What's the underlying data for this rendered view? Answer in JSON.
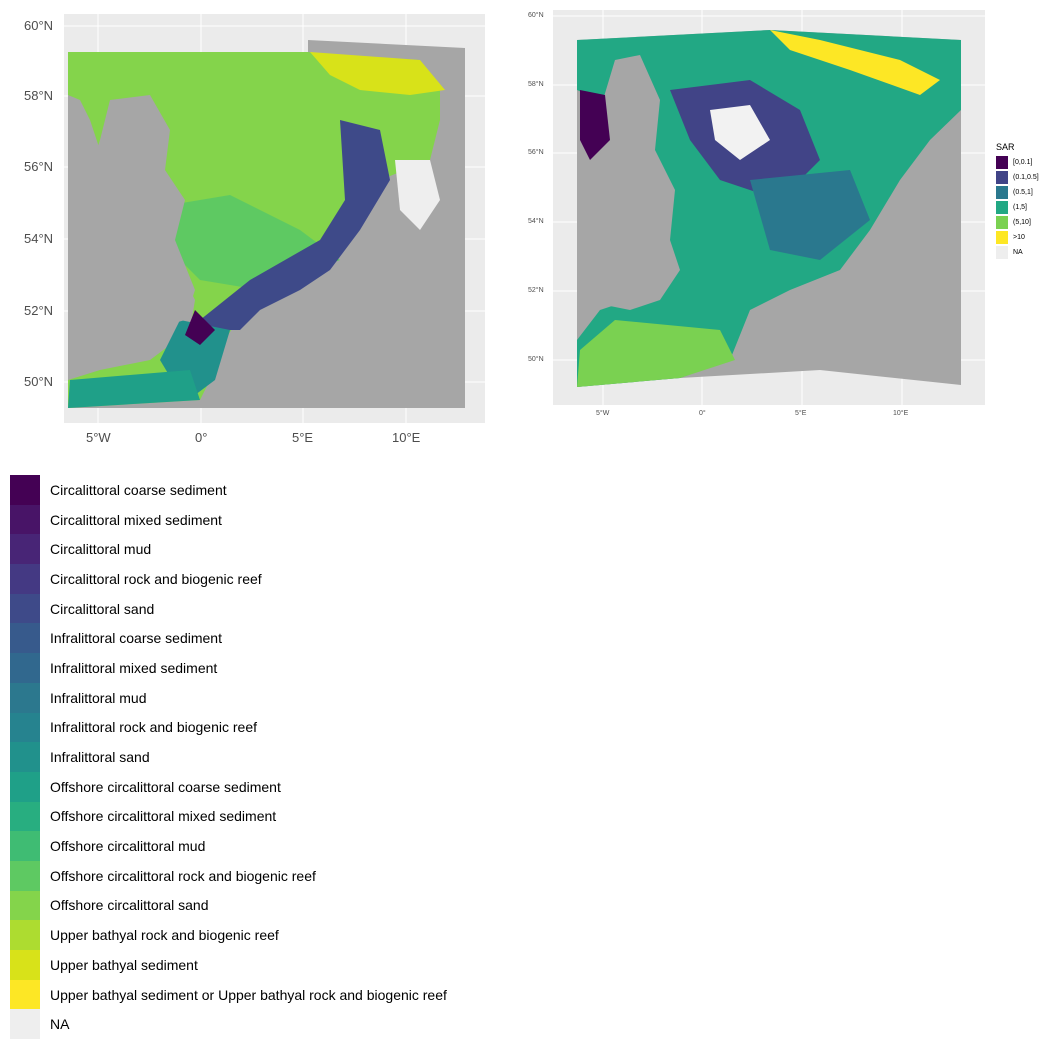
{
  "maps": {
    "left": {
      "y_ticks": [
        "60°N",
        "58°N",
        "56°N",
        "54°N",
        "52°N",
        "50°N"
      ],
      "x_ticks": [
        "5°W",
        "0°",
        "5°E",
        "10°E"
      ]
    },
    "right": {
      "y_ticks": [
        "60°N",
        "58°N",
        "56°N",
        "54°N",
        "52°N",
        "50°N"
      ],
      "x_ticks": [
        "5°W",
        "0°",
        "5°E",
        "10°E"
      ]
    }
  },
  "sar_legend": {
    "title": "SAR",
    "items": [
      {
        "label": "[0,0.1]",
        "color": "#440154"
      },
      {
        "label": "(0.1,0.5]",
        "color": "#414487"
      },
      {
        "label": "(0.5,1]",
        "color": "#2a788e"
      },
      {
        "label": "(1,5]",
        "color": "#22a884"
      },
      {
        "label": "(5,10]",
        "color": "#7ad151"
      },
      {
        "label": ">10",
        "color": "#fde725"
      },
      {
        "label": "NA",
        "color": "#eeeeee"
      }
    ]
  },
  "habitat_legend": {
    "items": [
      {
        "label": "Circalittoral coarse sediment",
        "color": "#440154"
      },
      {
        "label": "Circalittoral mixed sediment",
        "color": "#481467"
      },
      {
        "label": "Circalittoral mud",
        "color": "#482576"
      },
      {
        "label": "Circalittoral rock and biogenic reef",
        "color": "#443983"
      },
      {
        "label": "Circalittoral sand",
        "color": "#3e4a89"
      },
      {
        "label": "Infralittoral coarse sediment",
        "color": "#375a8c"
      },
      {
        "label": "Infralittoral mixed sediment",
        "color": "#31688e"
      },
      {
        "label": "Infralittoral mud",
        "color": "#2c788e"
      },
      {
        "label": "Infralittoral rock and biogenic reef",
        "color": "#26838f"
      },
      {
        "label": "Infralittoral sand",
        "color": "#21918c"
      },
      {
        "label": "Offshore circalittoral coarse sediment",
        "color": "#1fa088"
      },
      {
        "label": "Offshore circalittoral mixed sediment",
        "color": "#28ae80"
      },
      {
        "label": "Offshore circalittoral mud",
        "color": "#3fbc73"
      },
      {
        "label": "Offshore circalittoral rock and biogenic reef",
        "color": "#5ec962"
      },
      {
        "label": "Offshore circalittoral sand",
        "color": "#84d44b"
      },
      {
        "label": "Upper bathyal rock and biogenic reef",
        "color": "#addc30"
      },
      {
        "label": "Upper bathyal sediment",
        "color": "#d8e219"
      },
      {
        "label": "Upper bathyal sediment or Upper bathyal rock and biogenic reef",
        "color": "#fde725"
      },
      {
        "label": "NA",
        "color": "#eeeeee"
      }
    ]
  }
}
